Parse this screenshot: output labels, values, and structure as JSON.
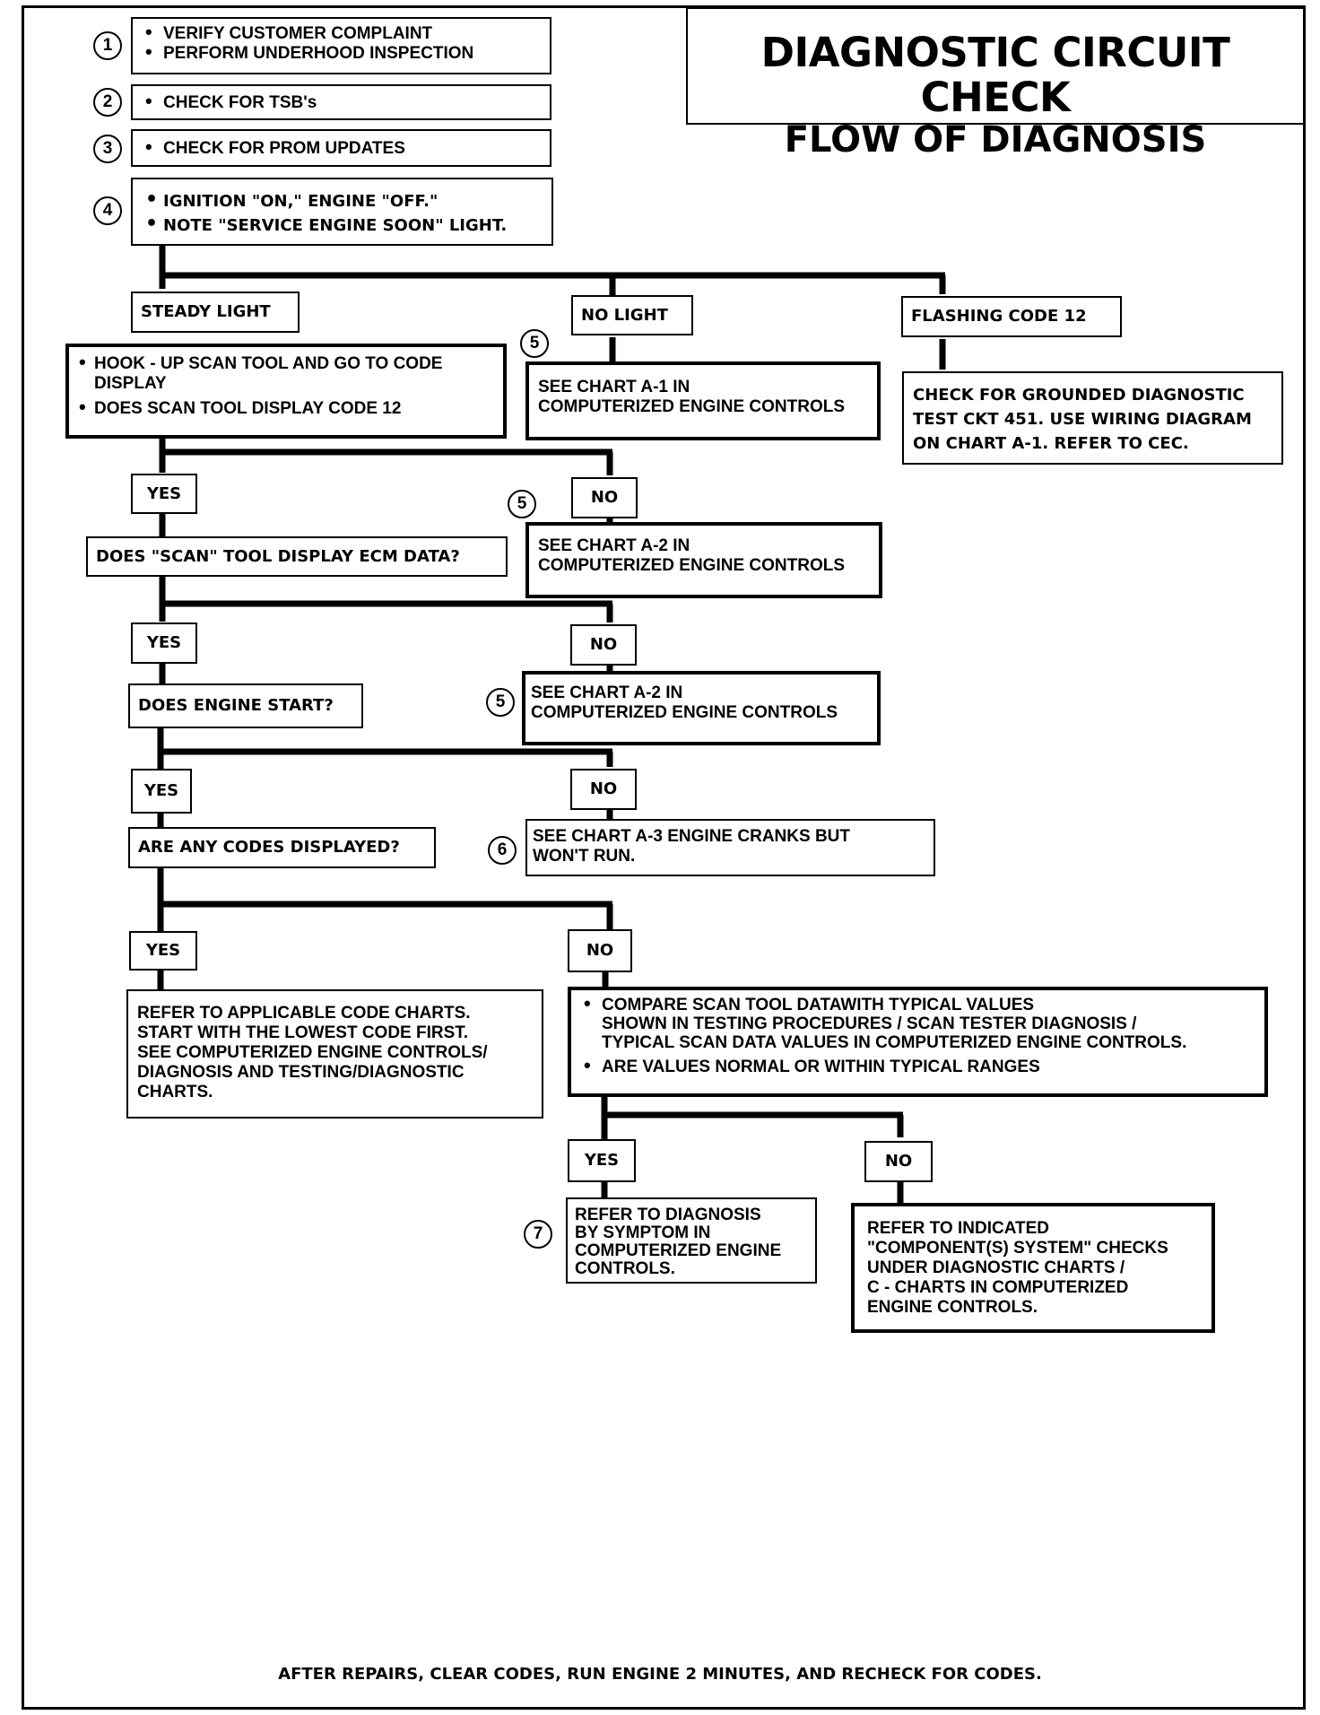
{
  "title": {
    "line1": "DIAGNOSTIC CIRCUIT CHECK",
    "line2": "FLOW OF DIAGNOSIS"
  },
  "steps": {
    "s1": {
      "num": "1",
      "bullets": [
        "VERIFY CUSTOMER COMPLAINT",
        "PERFORM UNDERHOOD INSPECTION"
      ]
    },
    "s2": {
      "num": "2",
      "bullets": [
        "CHECK FOR TSB's"
      ]
    },
    "s3": {
      "num": "3",
      "bullets": [
        "CHECK FOR PROM UPDATES"
      ]
    },
    "s4": {
      "num": "4",
      "bullets": [
        "IGNITION \"ON,\" ENGINE  \"OFF.\"",
        "NOTE \"SERVICE ENGINE SOON\" LIGHT."
      ]
    }
  },
  "branches": {
    "steady_light": "STEADY LIGHT",
    "no_light": "NO LIGHT",
    "flashing_code": "FLASHING CODE 12"
  },
  "boxes": {
    "hook_up": [
      "HOOK - UP SCAN TOOL AND GO TO CODE DISPLAY",
      "DOES SCAN TOOL DISPLAY CODE 12"
    ],
    "chart_a1": "SEE CHART A-1 IN\nCOMPUTERIZED ENGINE CONTROLS",
    "grounded": "CHECK FOR GROUNDED DIAGNOSTIC\nTEST CKT 451.  USE WIRING DIAGRAM\nON CHART A-1.  REFER TO CEC.",
    "ecm_data_q": "DOES \"SCAN\" TOOL DISPLAY ECM DATA?",
    "chart_a2_first": "SEE CHART A-2 IN\nCOMPUTERIZED ENGINE CONTROLS",
    "engine_start_q": "DOES ENGINE START?",
    "chart_a2_second": "SEE CHART A-2 IN\nCOMPUTERIZED ENGINE CONTROLS",
    "codes_q": "ARE ANY CODES DISPLAYED?",
    "chart_a3": "SEE CHART A-3 ENGINE CRANKS BUT\nWON'T RUN.",
    "code_charts": "REFER TO APPLICABLE CODE CHARTS.\nSTART WITH THE LOWEST CODE FIRST.\nSEE COMPUTERIZED ENGINE CONTROLS/\nDIAGNOSIS AND TESTING/DIAGNOSTIC\nCHARTS.",
    "compare": [
      "COMPARE SCAN TOOL DATAWITH TYPICAL VALUES\nSHOWN IN TESTING PROCEDURES / SCAN TESTER DIAGNOSIS /\nTYPICAL SCAN DATA VALUES  IN COMPUTERIZED ENGINE CONTROLS.",
      "ARE VALUES NORMAL OR WITHIN TYPICAL RANGES"
    ],
    "symptom": "REFER TO DIAGNOSIS\nBY SYMPTOM IN\nCOMPUTERIZED ENGINE\nCONTROLS.",
    "component": "REFER TO INDICATED\n\"COMPONENT(S) SYSTEM\" CHECKS\nUNDER DIAGNOSTIC CHARTS /\nC - CHARTS IN COMPUTERIZED\nENGINE CONTROLS."
  },
  "labels": {
    "yes": "YES",
    "no": "NO"
  },
  "markers": {
    "m5": "5",
    "m6": "6",
    "m7": "7"
  },
  "footer": "AFTER REPAIRS, CLEAR CODES, RUN ENGINE 2 MINUTES, AND RECHECK FOR CODES."
}
